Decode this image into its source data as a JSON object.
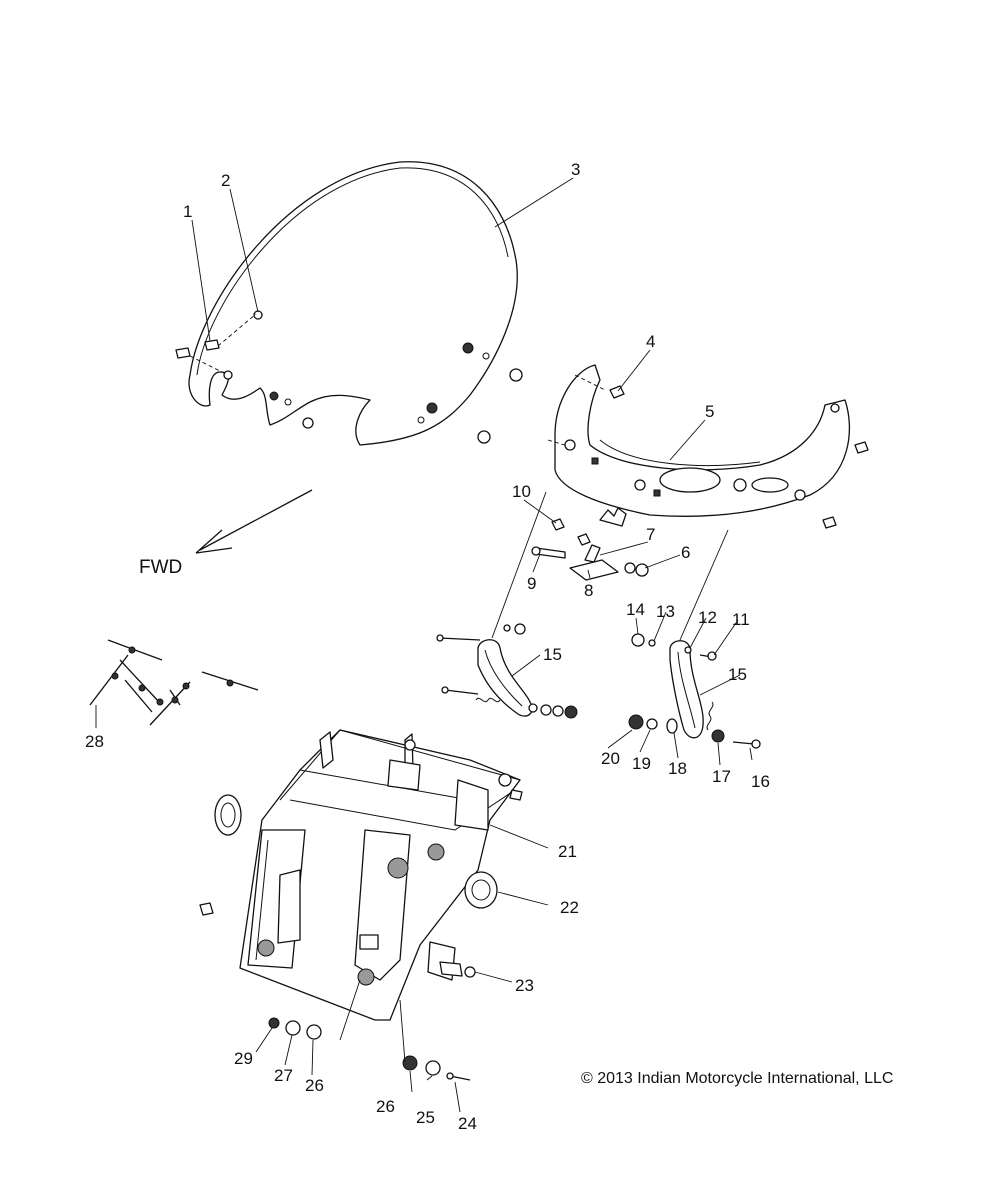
{
  "diagram": {
    "direction_label": "FWD",
    "copyright": "© 2013 Indian Motorcycle International, LLC",
    "callouts": [
      "1",
      "2",
      "3",
      "4",
      "5",
      "6",
      "7",
      "8",
      "9",
      "10",
      "11",
      "12",
      "13",
      "14",
      "15",
      "15",
      "16",
      "17",
      "18",
      "19",
      "20",
      "21",
      "22",
      "23",
      "24",
      "25",
      "26",
      "26",
      "27",
      "28",
      "29"
    ]
  }
}
